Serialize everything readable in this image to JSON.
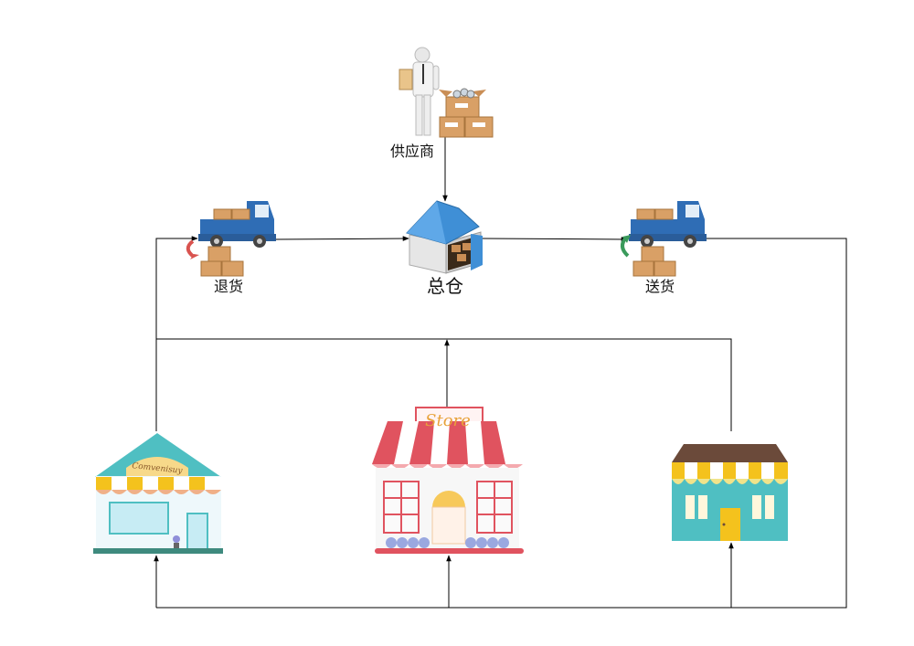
{
  "nodes": {
    "supplier": {
      "label": "供应商"
    },
    "warehouse": {
      "label": "总仓"
    },
    "return_truck": {
      "label": "退货"
    },
    "delivery_truck": {
      "label": "送货"
    },
    "store_left": {
      "sign": "Comvenisuy"
    },
    "store_center": {
      "sign": "Store"
    },
    "store_right": {
      "sign": ""
    }
  },
  "colors": {
    "line": "#000000",
    "truck_blue": "#2f6db5",
    "box": "#d9a066",
    "roof_blue": "#3f8fd6",
    "return_arrow": "#d9534f",
    "delivery_arrow": "#3a9a5b",
    "awning_red": "#e0535f",
    "awning_yellow": "#f4c21d",
    "teal": "#4fbfc2",
    "brown_roof": "#6b4a3a"
  }
}
